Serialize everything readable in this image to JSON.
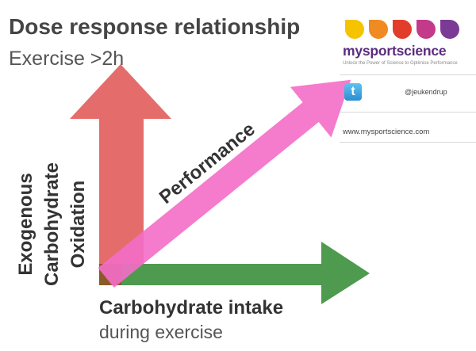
{
  "header": {
    "title": "Dose response relationship",
    "subtitle": "Exercise >2h"
  },
  "diagram": {
    "y_axis_lines": [
      "Exogenous",
      "Carbohydrate",
      "Oxidation"
    ],
    "x_axis_line1": "Carbohydrate intake",
    "x_axis_line2": "during exercise",
    "diagonal_label": "Performance",
    "colors": {
      "y_arrow": "#e46d6c",
      "x_arrow": "#4e9a4e",
      "diagonal_arrow": "#f46dc8",
      "origin": "#8a5a28",
      "label_text": "#333333"
    }
  },
  "brand": {
    "name": "mysportscience",
    "tagline": "Unlock the Power of Science to Optimise Performance",
    "dot_colors": [
      "#f5c300",
      "#f08a22",
      "#e23d2a",
      "#c33a8a",
      "#7b3b95"
    ],
    "twitter_icon": "twitter-icon",
    "twitter_handle": "@jeukendrup",
    "website": "www.mysportscience.com"
  }
}
